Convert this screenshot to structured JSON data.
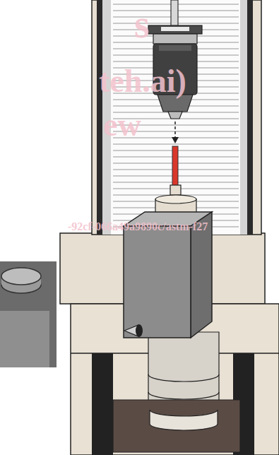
{
  "diagram": {
    "labels": [
      "s",
      "teh.ai)",
      "ew",
      "-92cf-066a49a9890c/astm-f27"
    ]
  }
}
